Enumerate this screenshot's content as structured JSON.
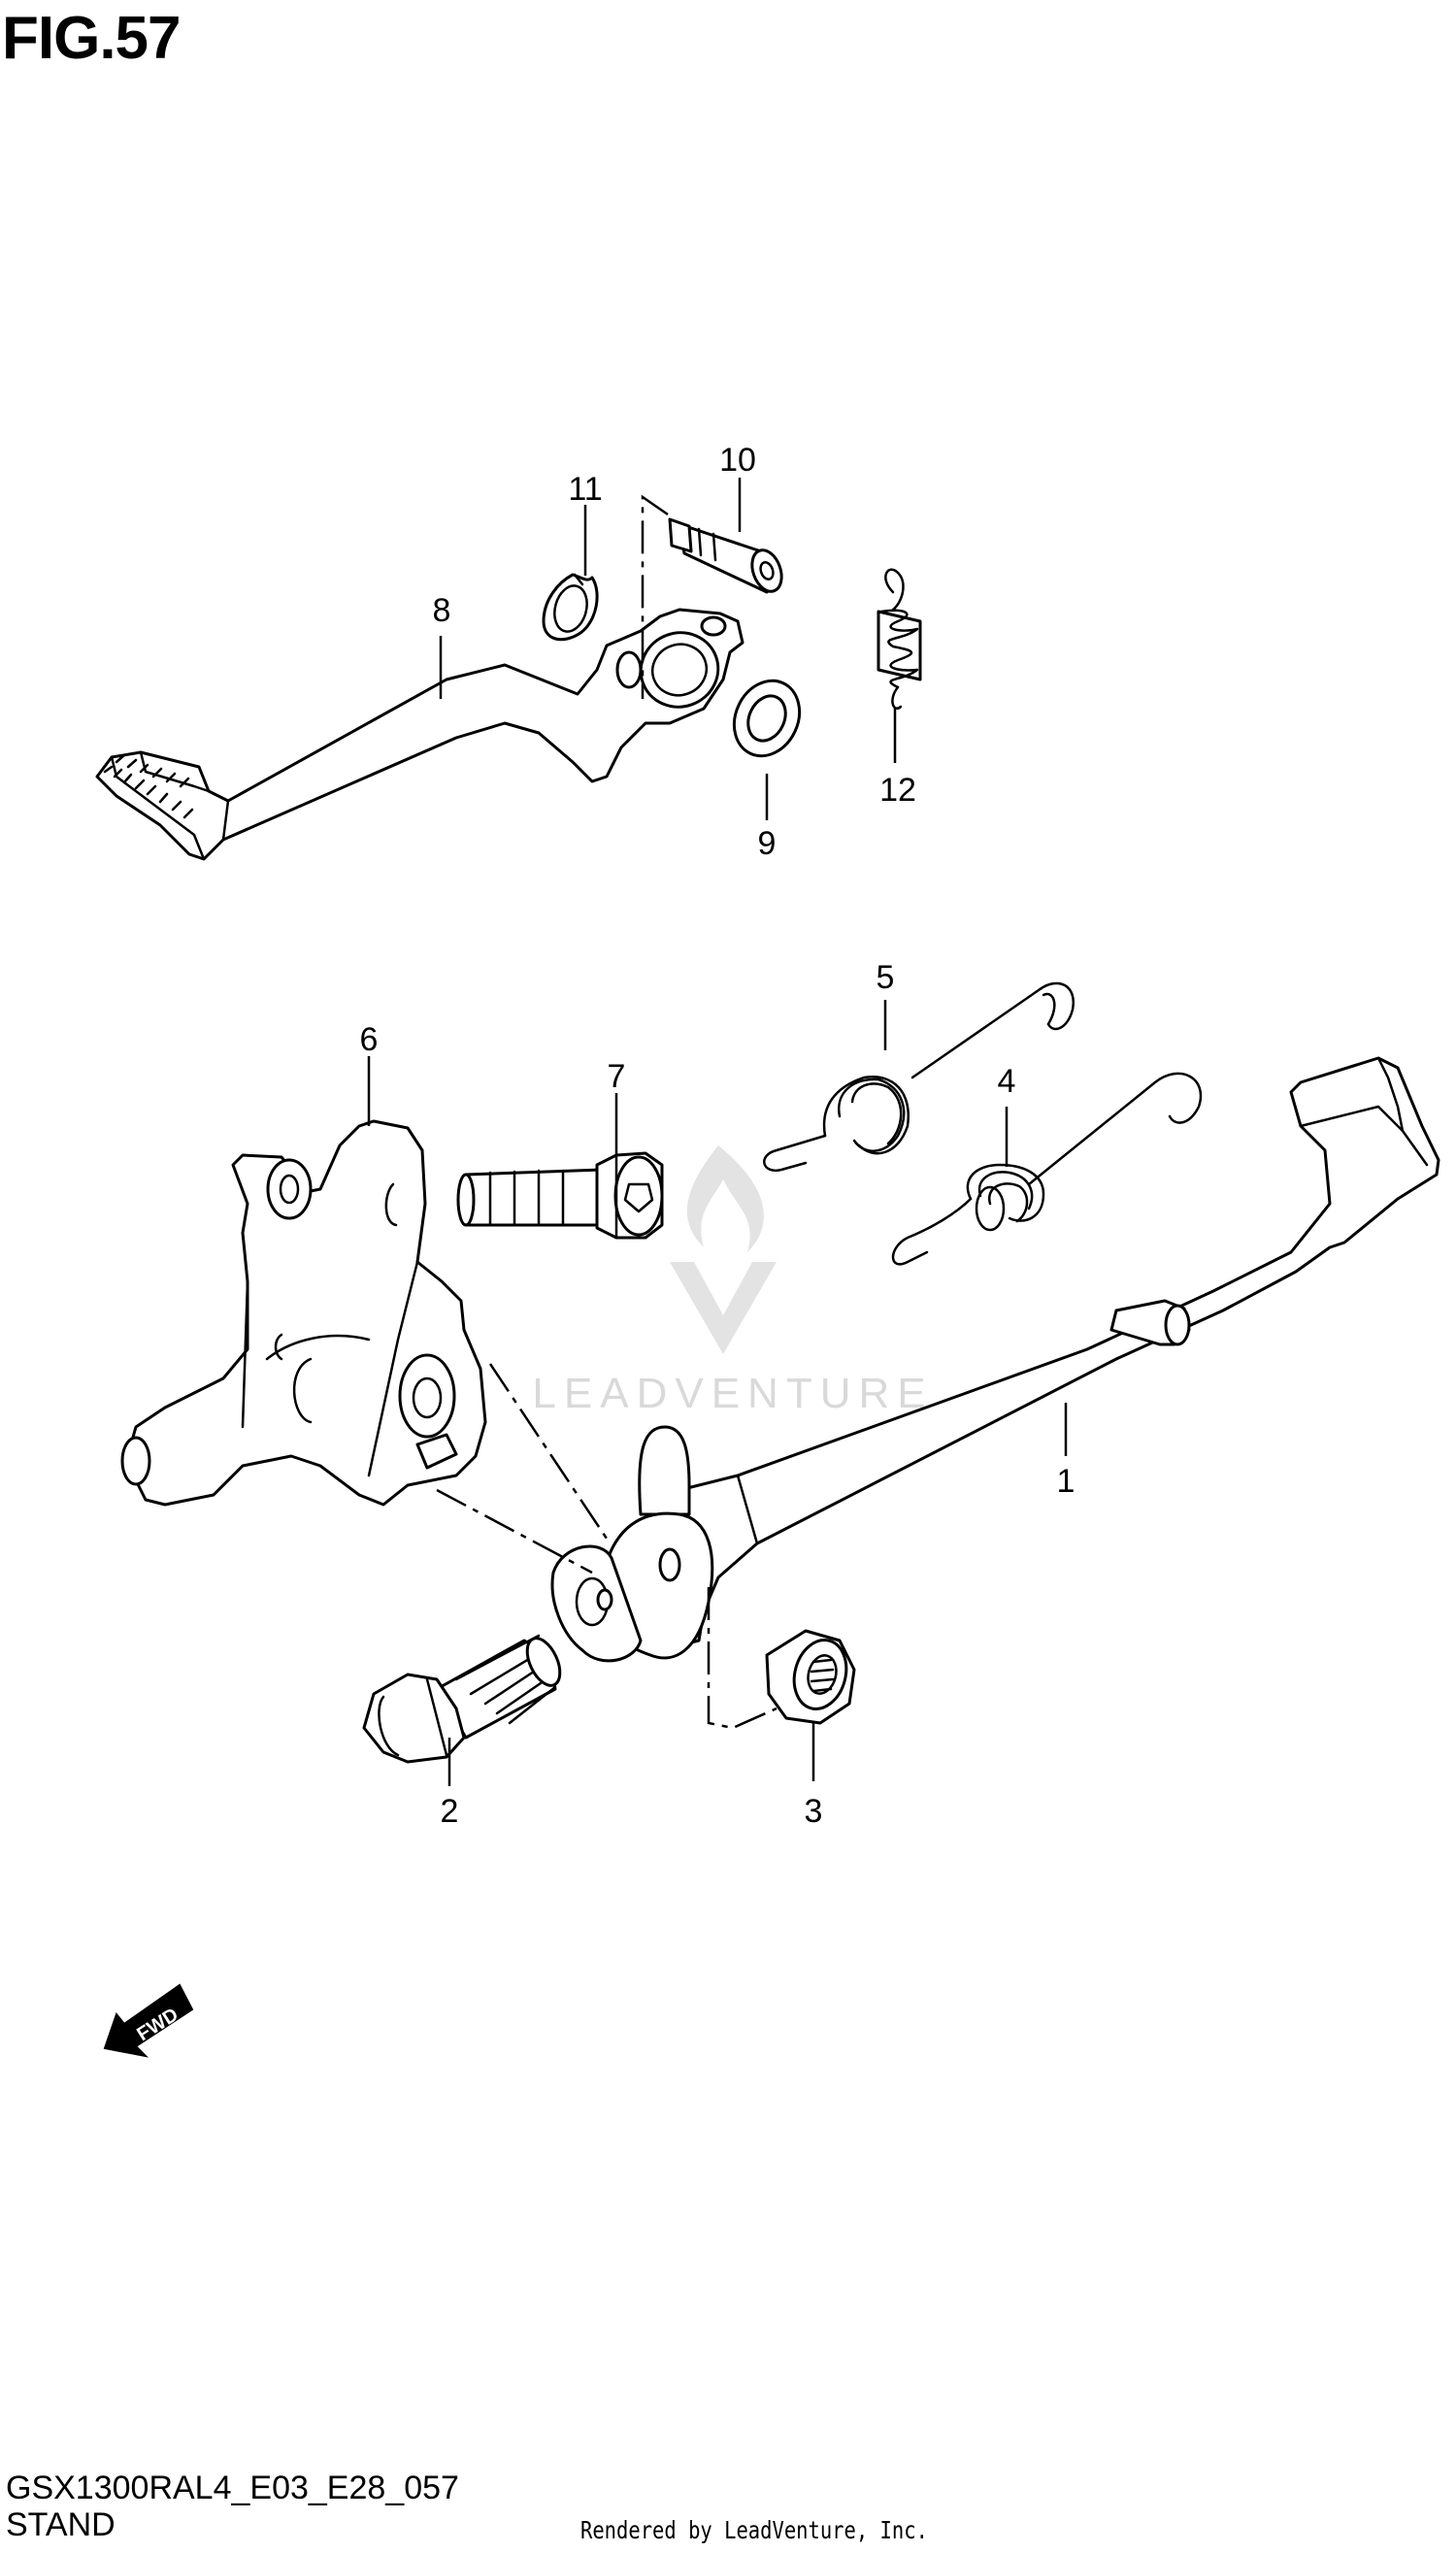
{
  "figure": {
    "title": "FIG.57",
    "model_code": "GSX1300RAL4_E03_E28_057",
    "section": "STAND",
    "credit": "Rendered by LeadVenture, Inc.",
    "watermark": "LEADVENTURE",
    "direction_label": "FWD"
  },
  "callouts": [
    {
      "id": "1",
      "label": "1"
    },
    {
      "id": "2",
      "label": "2"
    },
    {
      "id": "3",
      "label": "3"
    },
    {
      "id": "4",
      "label": "4"
    },
    {
      "id": "5",
      "label": "5"
    },
    {
      "id": "6",
      "label": "6"
    },
    {
      "id": "7",
      "label": "7"
    },
    {
      "id": "8",
      "label": "8"
    },
    {
      "id": "9",
      "label": "9"
    },
    {
      "id": "10",
      "label": "10"
    },
    {
      "id": "11",
      "label": "11"
    },
    {
      "id": "12",
      "label": "12"
    }
  ],
  "icons": [
    "fwd-arrow-icon",
    "leadventure-logo-icon"
  ]
}
